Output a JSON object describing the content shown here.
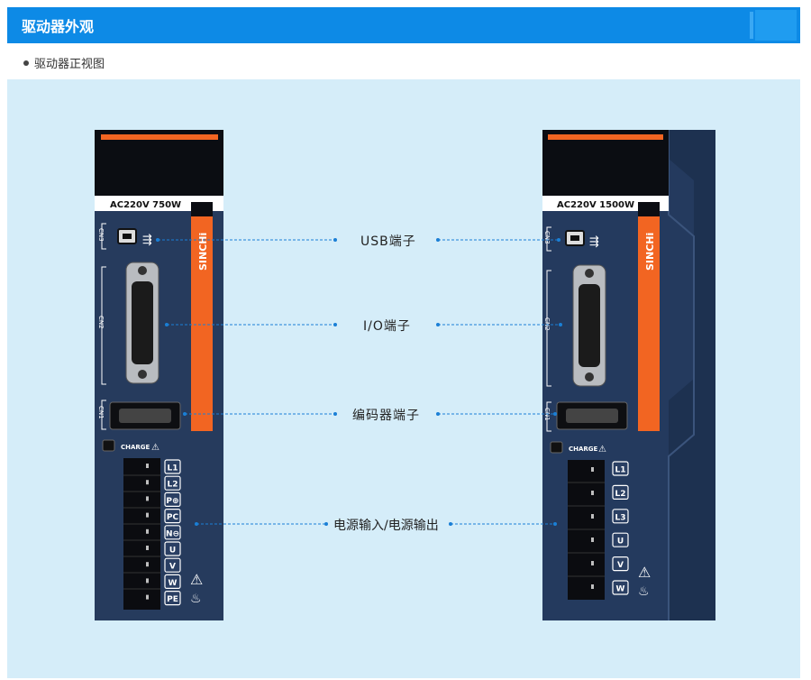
{
  "header": {
    "title": "驱动器外观"
  },
  "subtitle": "驱动器正视图",
  "drives": [
    {
      "model": "AC220V  750W",
      "brand": "SINCHi",
      "ports": [
        "CN3",
        "CN2",
        "CN1"
      ],
      "charge": "CHARGE",
      "terminals": [
        "L1",
        "L2",
        "P⊕",
        "PC",
        "N⊖",
        "U",
        "V",
        "W",
        "PE"
      ]
    },
    {
      "model": "AC220V 1500W",
      "brand": "SINCHi",
      "ports": [
        "CN3",
        "CN2",
        "CN1"
      ],
      "charge": "CHARGE",
      "terminals": [
        "L1",
        "L2",
        "L3",
        "U",
        "V",
        "W"
      ]
    }
  ],
  "callouts": {
    "usb": "USB端子",
    "io": "I/O端子",
    "encoder": "编码器端子",
    "power": "电源输入/电源输出"
  },
  "colors": {
    "header": "#0d8ae6",
    "panel_bg": "#d5edf9",
    "drive_body": "#243a5e",
    "accent_orange": "#f26522",
    "leader": "#1a7fd6"
  }
}
